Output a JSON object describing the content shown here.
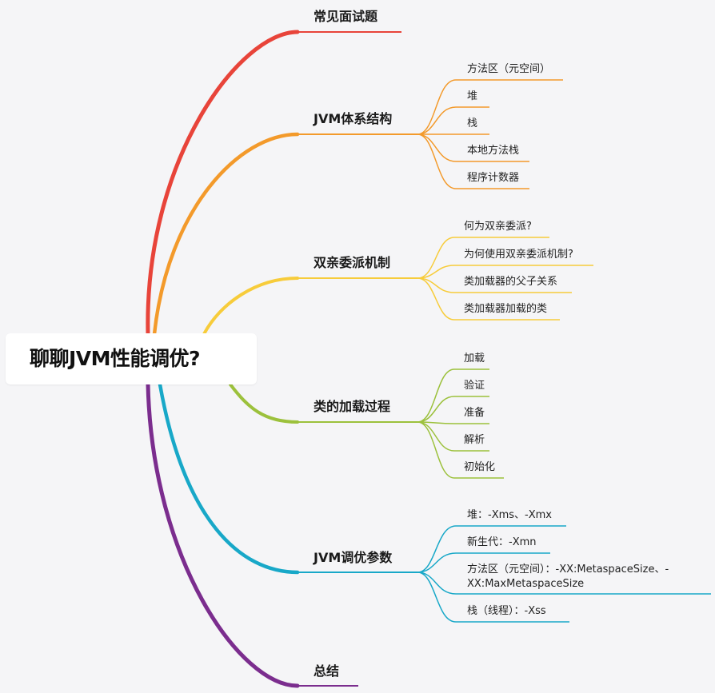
{
  "root": {
    "label": "聊聊JVM性能调优?"
  },
  "branches": [
    {
      "label": "常见面试题",
      "color": "#e8443a",
      "children": []
    },
    {
      "label": "JVM体系结构",
      "color": "#f39a2b",
      "children": [
        "方法区（元空间）",
        "堆",
        "栈",
        "本地方法栈",
        "程序计数器"
      ]
    },
    {
      "label": "双亲委派机制",
      "color": "#f7cc3b",
      "children": [
        "何为双亲委派?",
        "为何使用双亲委派机制?",
        "类加载器的父子关系",
        "类加载器加载的类"
      ]
    },
    {
      "label": "类的加载过程",
      "color": "#9cc13c",
      "children": [
        "加载",
        "验证",
        "准备",
        "解析",
        "初始化"
      ]
    },
    {
      "label": "JVM调优参数",
      "color": "#18a8c8",
      "children": [
        "堆：-Xms、-Xmx",
        "新生代：-Xmn",
        "方法区（元空间）：-XX:MetaspaceSize、-XX:MaxMetaspaceSize",
        "栈（线程）：-Xss"
      ]
    },
    {
      "label": "总结",
      "color": "#7b2d8e",
      "children": []
    }
  ]
}
